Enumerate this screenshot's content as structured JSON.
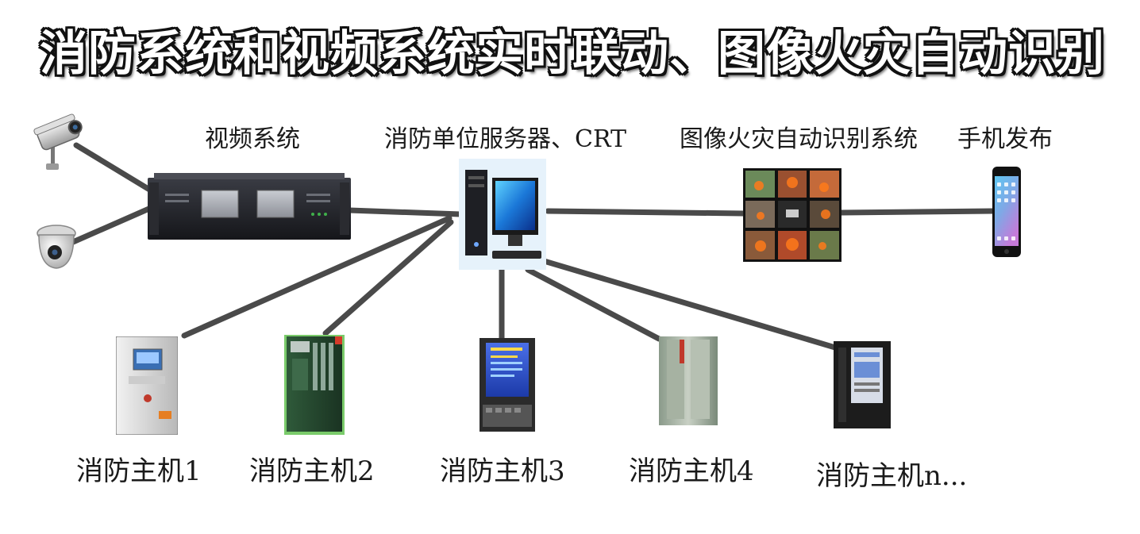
{
  "title": "消防系统和视频系统实时联动、图像火灾自动识别",
  "nodes": {
    "video_system": "视频系统",
    "server": "消防单位服务器、CRT",
    "recognition": "图像火灾自动识别系统",
    "mobile": "手机发布"
  },
  "hosts": [
    {
      "label": "消防主机1"
    },
    {
      "label": "消防主机2"
    },
    {
      "label": "消防主机3"
    },
    {
      "label": "消防主机4"
    },
    {
      "label": "消防主机n..."
    }
  ],
  "colors": {
    "line": "#4a4a4a",
    "title_fill": "#ffffff",
    "title_outline": "#111111"
  }
}
